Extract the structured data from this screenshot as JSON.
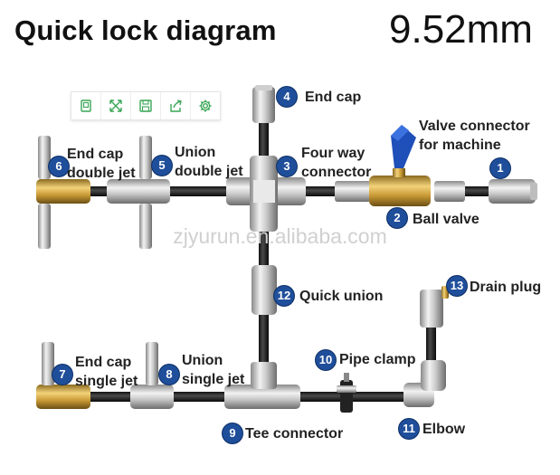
{
  "title": "Quick lock diagram",
  "size": "9.52mm",
  "watermark": "zjyurun.en.alibaba.com",
  "toolbar": {
    "items": [
      {
        "icon": "document-icon"
      },
      {
        "icon": "expand-icon"
      },
      {
        "icon": "save-icon"
      },
      {
        "icon": "share-icon"
      },
      {
        "icon": "settings-gear-icon"
      }
    ],
    "color": "#3aa655"
  },
  "badge_color": "#1f4e9a",
  "parts": [
    {
      "num": "1",
      "lines": [
        "Valve connector",
        "for machine"
      ]
    },
    {
      "num": "2",
      "lines": [
        "Ball valve"
      ]
    },
    {
      "num": "3",
      "lines": [
        "Four way",
        "connector"
      ]
    },
    {
      "num": "4",
      "lines": [
        "End cap"
      ]
    },
    {
      "num": "5",
      "lines": [
        "Union",
        "double jet"
      ]
    },
    {
      "num": "6",
      "lines": [
        "End cap",
        "double jet"
      ]
    },
    {
      "num": "7",
      "lines": [
        "End cap",
        "single jet"
      ]
    },
    {
      "num": "8",
      "lines": [
        "Union",
        "single jet"
      ]
    },
    {
      "num": "9",
      "lines": [
        "Tee connector"
      ]
    },
    {
      "num": "10",
      "lines": [
        "Pipe clamp"
      ]
    },
    {
      "num": "11",
      "lines": [
        "Elbow"
      ]
    },
    {
      "num": "12",
      "lines": [
        "Quick union"
      ]
    },
    {
      "num": "13",
      "lines": [
        "Drain plug"
      ]
    }
  ]
}
